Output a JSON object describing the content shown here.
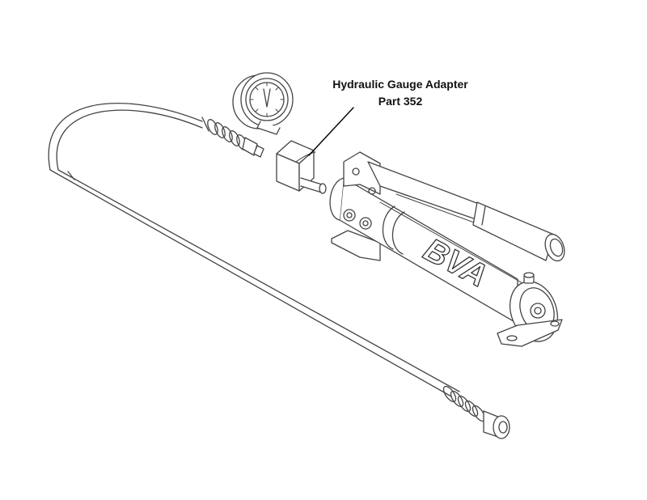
{
  "callout": {
    "line1": "Hydraulic Gauge Adapter",
    "line2": "Part 352"
  },
  "brand_logo": "BVA",
  "colors": {
    "ink": "#444444",
    "fill": "#ffffff"
  }
}
